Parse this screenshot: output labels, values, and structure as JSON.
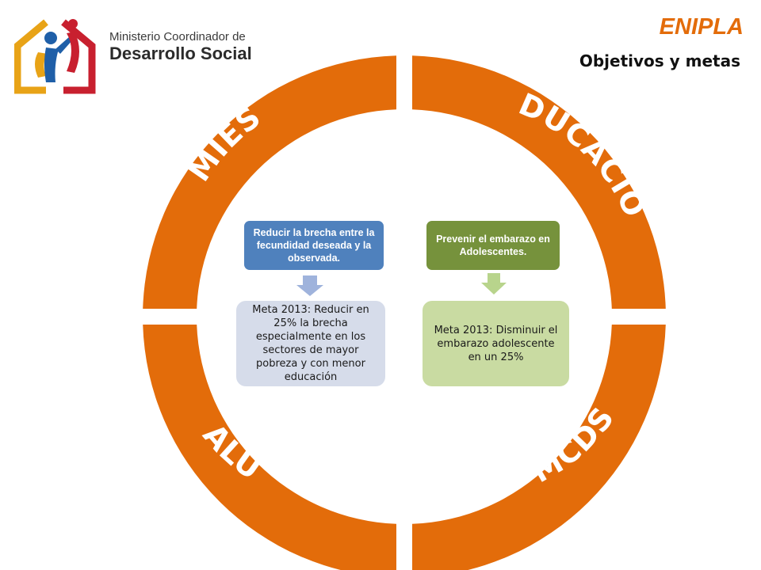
{
  "header": {
    "logo": {
      "name": "Ministerio Coordinador de Desarrollo Social logo",
      "line1": "Ministerio Coordinador de",
      "line2": "Desarrollo Social"
    },
    "title": "ENIPLA",
    "subtitle": "Objetivos y metas"
  },
  "ring": {
    "color": "#e36c0a",
    "segments": [
      {
        "label": "MIES"
      },
      {
        "label": "EDUCACIÓN"
      },
      {
        "label": "SALUD"
      },
      {
        "label": "MCDS"
      }
    ]
  },
  "left": {
    "objective": "Reducir la brecha entre la fecundidad deseada y la observada.",
    "goal": "Meta 2013: Reducir en 25% la brecha especialmente en los sectores de mayor pobreza y con menor educación",
    "objective_color": "#4f81bd",
    "goal_color": "#d6dcea",
    "arrow_color": "#9fb3dc"
  },
  "right": {
    "objective": "Prevenir el embarazo en Adolescentes.",
    "goal": "Meta 2013: Disminuir el embarazo adolescente en un 25%",
    "objective_color": "#76923c",
    "goal_color": "#c9dba2",
    "arrow_color": "#b8d48c"
  }
}
